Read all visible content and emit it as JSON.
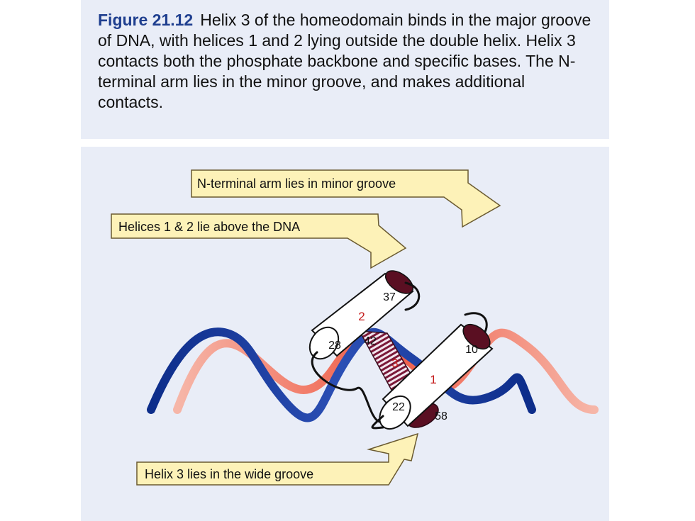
{
  "caption": {
    "label": "Figure 21.12",
    "text": "Helix 3 of the homeodomain binds in the major groove of DNA, with helices 1 and 2 lying outside the double helix. Helix 3 contacts both the phosphate backbone and specific bases. The N-terminal arm lies in the minor groove, and makes additional contacts."
  },
  "callouts": {
    "n_terminal": "N-terminal arm lies in minor groove",
    "helices_1_2": "Helices 1 & 2 lie above the DNA",
    "helix_3": "Helix 3 lies in the wide groove"
  },
  "helix_labels": {
    "helix_1": "1",
    "helix_2": "2",
    "helix_3": "3"
  },
  "residue_numbers": {
    "res_37": "37",
    "res_28": "28",
    "res_42": "42",
    "res_10": "10",
    "res_22": "22",
    "res_58": "58"
  },
  "colors": {
    "panel_background": "#e9edf7",
    "dna_strand_dark": "#12308f",
    "dna_strand_light": "#f07a6a",
    "callout_fill": "#fdf2b8",
    "callout_outline": "#6a5a30",
    "helix_end_cap": "#5a0f22",
    "helix_label_red": "#c41a1a"
  }
}
